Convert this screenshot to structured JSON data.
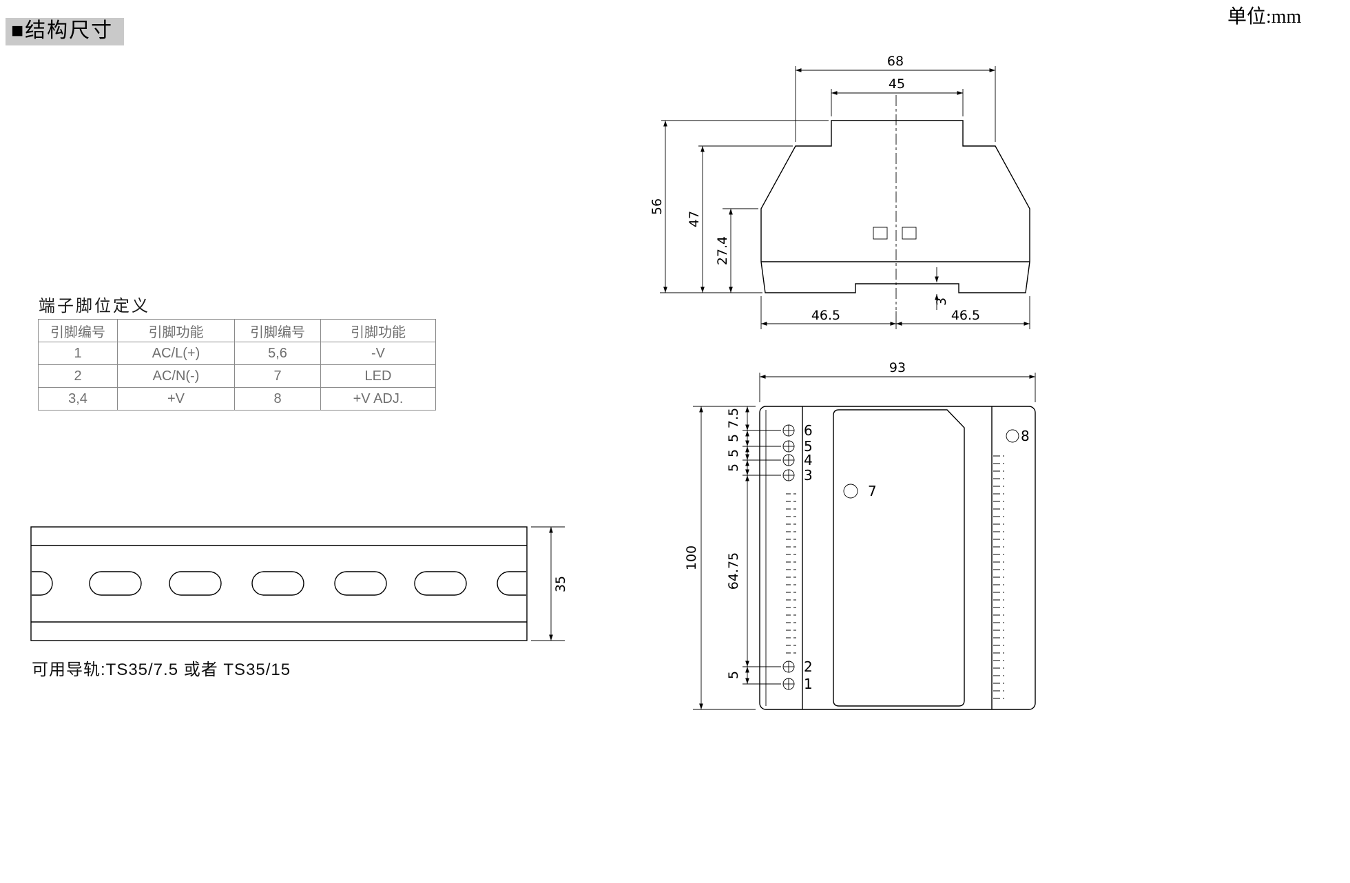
{
  "meta": {
    "section_title": "■结构尺寸",
    "unit_label": "单位:mm"
  },
  "pin_table": {
    "title": "端子脚位定义",
    "headers": [
      "引脚编号",
      "引脚功能",
      "引脚编号",
      "引脚功能"
    ],
    "rows": [
      [
        "1",
        "AC/L(+)",
        "5,6",
        "-V"
      ],
      [
        "2",
        "AC/N(-)",
        "7",
        "LED"
      ],
      [
        "3,4",
        "+V",
        "8",
        "+V ADJ."
      ]
    ]
  },
  "side_view": {
    "dim_top_width": "68",
    "dim_inner_width": "45",
    "dim_total_height": "56",
    "dim_body_height": "47",
    "dim_lower_height": "27.4",
    "dim_clip_depth": "3",
    "dim_bottom_left": "46.5",
    "dim_bottom_right": "46.5"
  },
  "front_view": {
    "dim_width": "93",
    "dim_height": "100",
    "dim_pin_offset_top": "7.5",
    "dim_pin_pitch_1": "5",
    "dim_pin_pitch_2": "5",
    "dim_pin_pitch_3": "5",
    "dim_mid_span": "64.75",
    "dim_pin_pitch_bottom": "5",
    "pin_labels": {
      "p6": "6",
      "p5": "5",
      "p4": "4",
      "p3": "3",
      "p7": "7",
      "p8": "8",
      "p2": "2",
      "p1": "1"
    }
  },
  "rail_view": {
    "dim_height": "35",
    "note": "可用导轨:TS35/7.5 或者 TS35/15"
  }
}
